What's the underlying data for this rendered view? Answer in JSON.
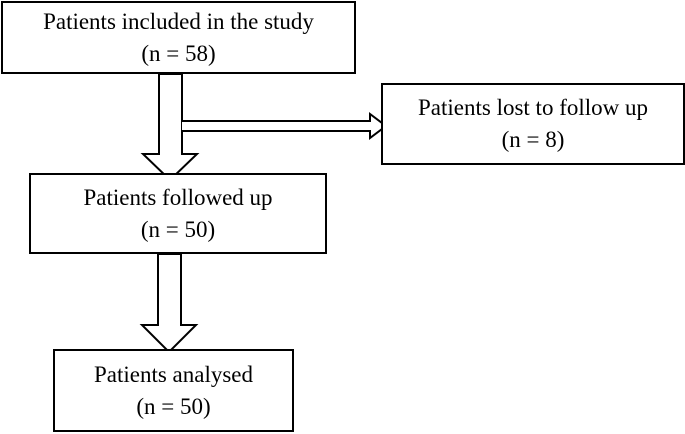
{
  "boxes": {
    "included": {
      "label": "Patients included in the study",
      "count": "(n = 58)"
    },
    "lost": {
      "label": "Patients lost to follow up",
      "count": "(n = 8)"
    },
    "followed": {
      "label": "Patients followed up",
      "count": "(n = 50)"
    },
    "analysed": {
      "label": "Patients analysed",
      "count": "(n = 50)"
    }
  },
  "colors": {
    "stroke": "#000000",
    "fill": "#ffffff"
  }
}
